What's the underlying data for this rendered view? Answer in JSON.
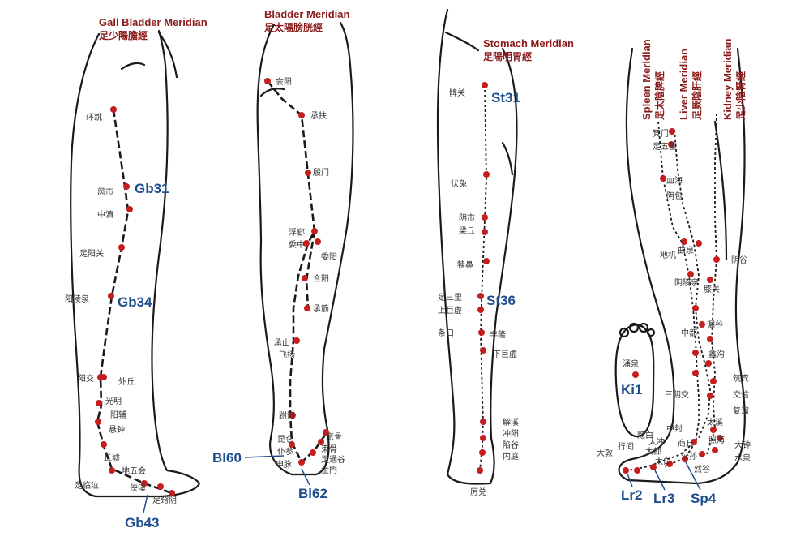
{
  "meridians": {
    "gallbladder": {
      "title_en": "Gall Bladder Meridian",
      "title_zh": "足少陽膽經",
      "codes": [
        "Gb31",
        "Gb34",
        "Gb43"
      ],
      "labels": [
        "环跳",
        "风市",
        "中瀆",
        "足阳关",
        "阳陵泉",
        "阳交",
        "外丘",
        "光明",
        "阳辅",
        "悬钟",
        "丘墟",
        "足临泣",
        "地五会",
        "侠溪",
        "足窍阴"
      ]
    },
    "bladder": {
      "title_en": "Bladder Meridian",
      "title_zh": "足太陽膀胱經",
      "codes": [
        "Bl60",
        "Bl62"
      ],
      "labels": [
        "会阳",
        "承扶",
        "殷门",
        "浮郄",
        "委中",
        "委阳",
        "合阳",
        "承筋",
        "承山",
        "飞扬",
        "跗阳",
        "昆仑",
        "仆参",
        "申脉",
        "京骨",
        "束骨",
        "足通谷",
        "金門"
      ]
    },
    "stomach": {
      "title_en": "Stomach Meridian",
      "title_zh": "足陽明胃經",
      "codes": [
        "St31",
        "St36"
      ],
      "labels": [
        "髀关",
        "伏兔",
        "阴市",
        "梁丘",
        "犊鼻",
        "足三里",
        "上巨虚",
        "条口",
        "丰隆",
        "下巨虚",
        "解溪",
        "冲阳",
        "陷谷",
        "内庭",
        "厉兑"
      ]
    },
    "spleen": {
      "title_en": "Spleen Meridian",
      "title_zh": "足太陰脾經"
    },
    "liver": {
      "title_en": "Liver Meridian",
      "title_zh": "足厥陰肝經"
    },
    "kidney": {
      "title_en": "Kidney Meridian",
      "title_zh": "足少陰腎經"
    },
    "inner": {
      "codes": [
        "Ki1",
        "Lr2",
        "Lr3",
        "Sp4"
      ],
      "labels": [
        "箕门",
        "足五里",
        "血海",
        "阴包",
        "曲泉",
        "阴谷",
        "阴陵泉",
        "膝关",
        "地机",
        "中都",
        "漏谷",
        "蠡沟",
        "三阴交",
        "筑宾",
        "交信",
        "复溜",
        "中封",
        "商丘",
        "太溪",
        "大钟",
        "水泉",
        "照海",
        "然谷",
        "公孙",
        "太白",
        "大都",
        "隐白",
        "大敦",
        "行间",
        "太冲",
        "涌泉"
      ]
    }
  }
}
